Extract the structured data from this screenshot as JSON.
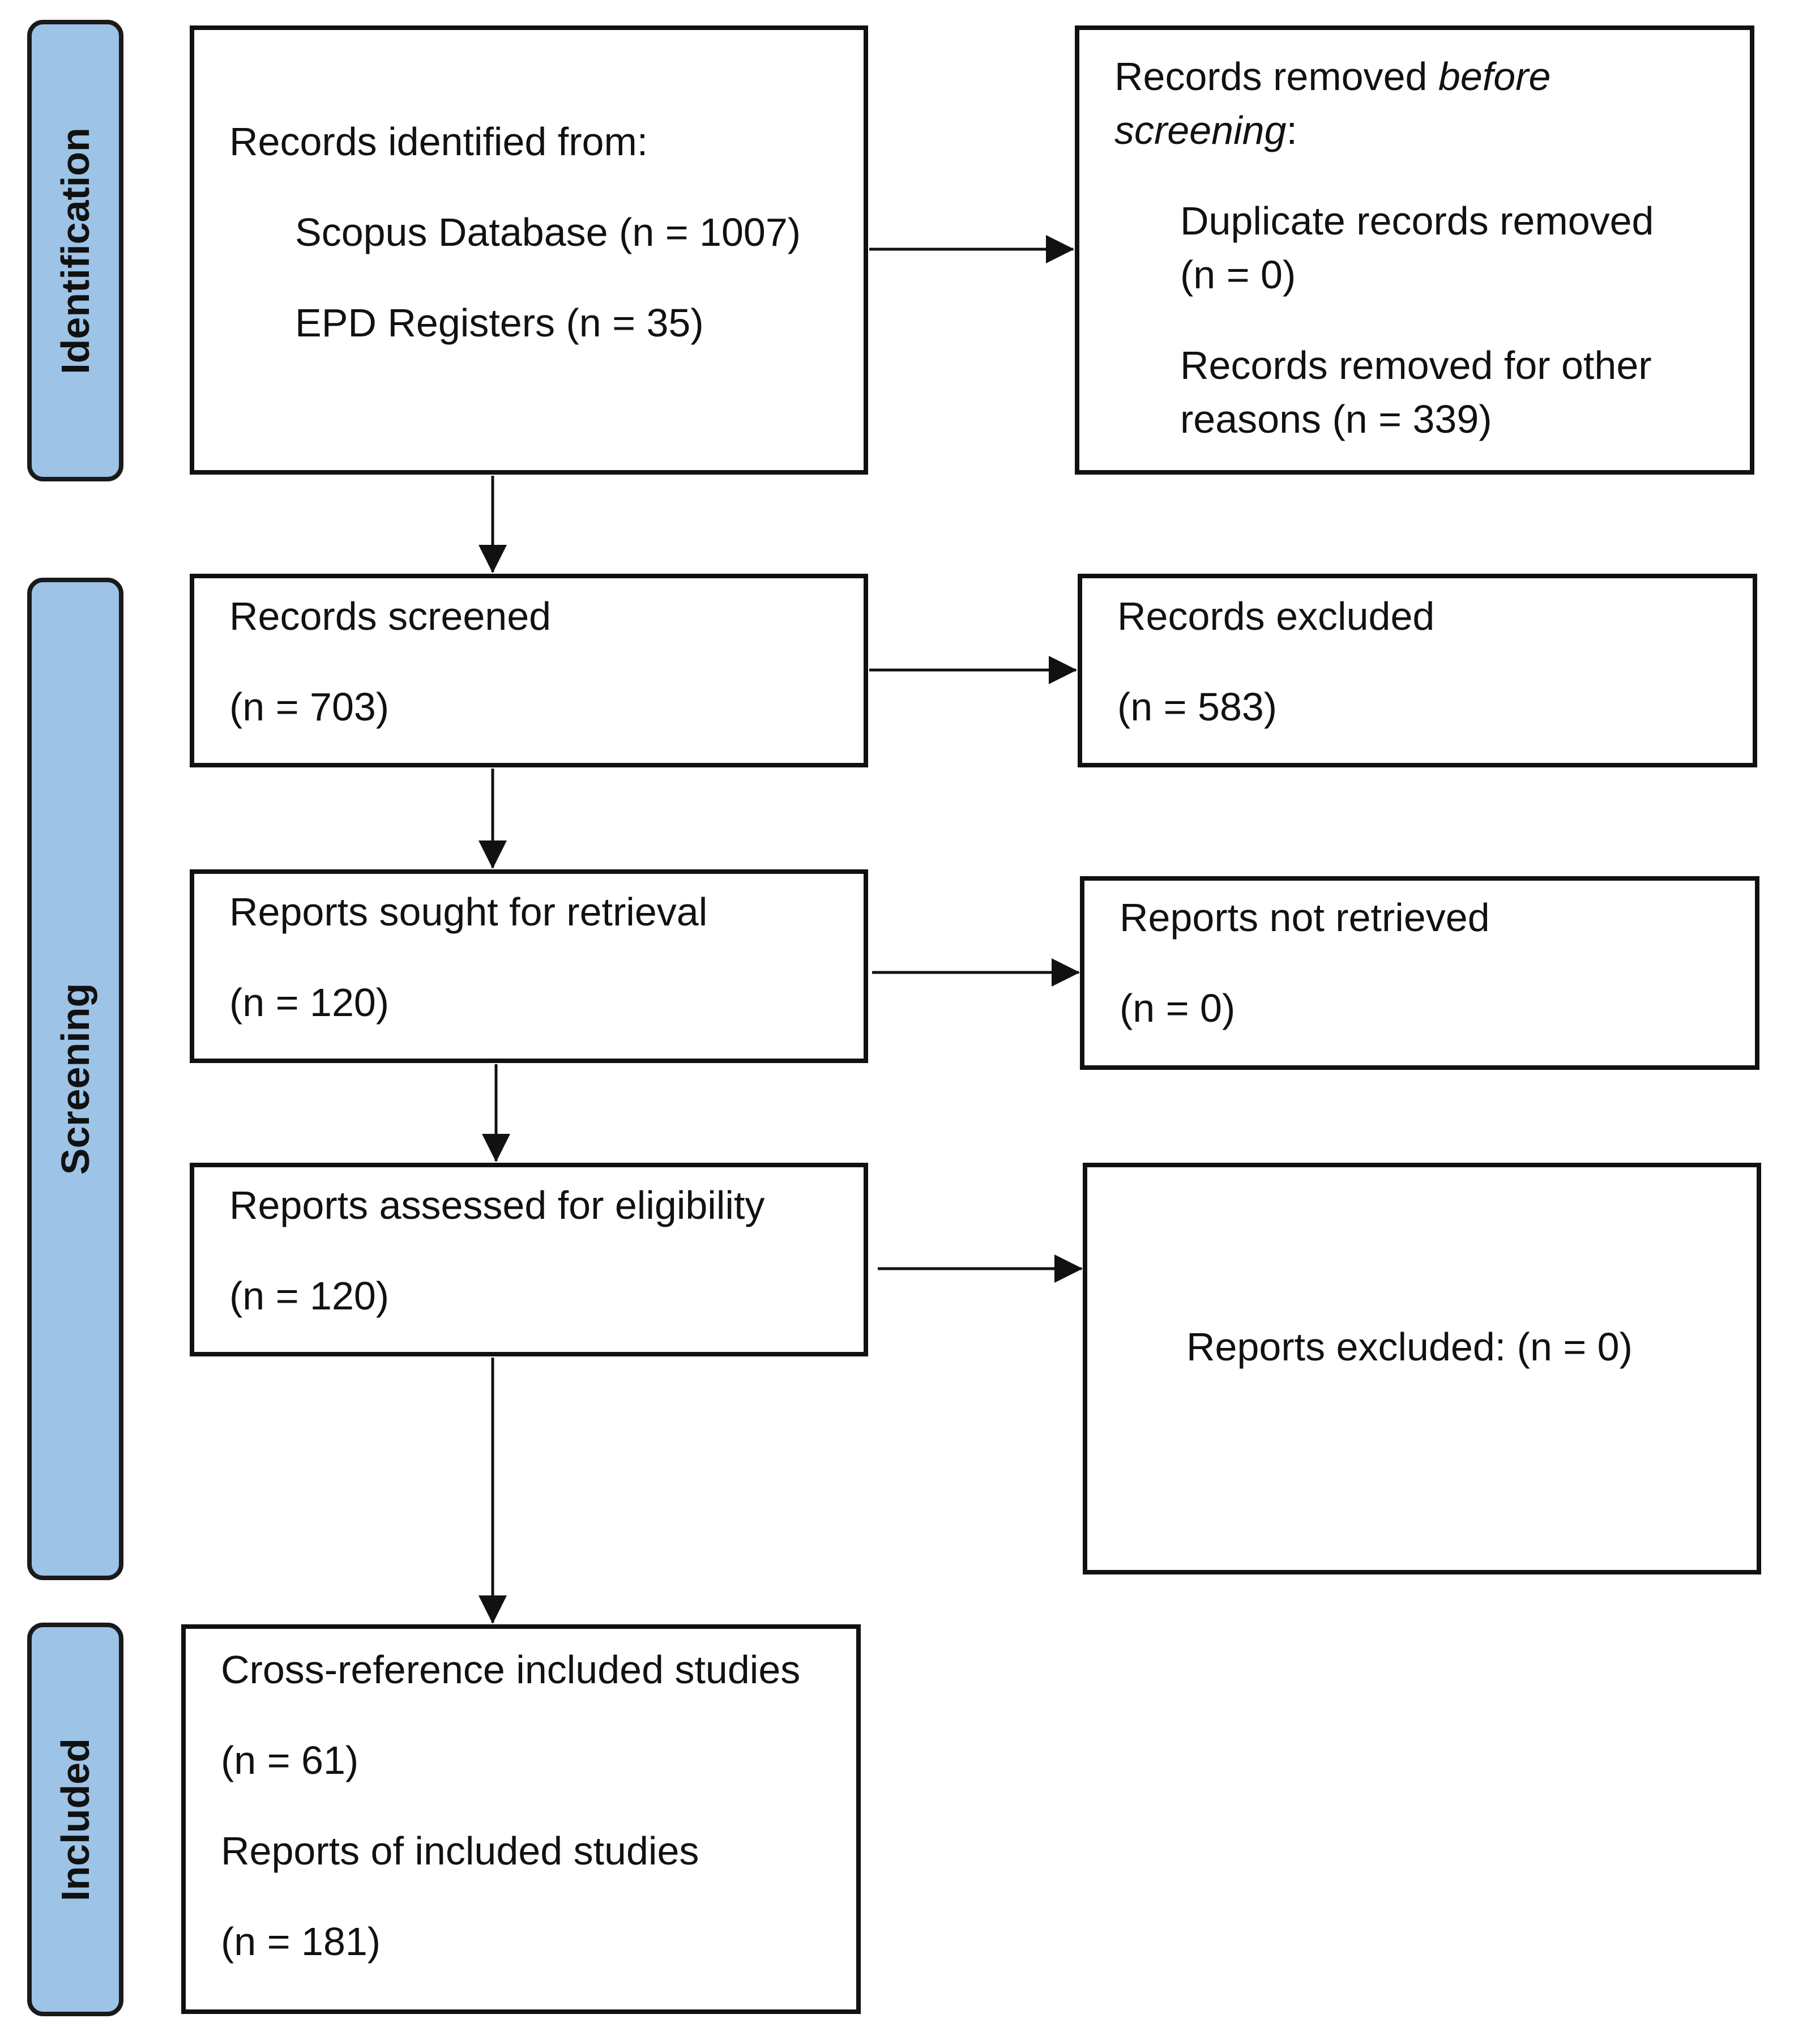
{
  "phases": {
    "identification": "Identification",
    "screening": "Screening",
    "included": "Included"
  },
  "identified": {
    "heading": "Records identified from:",
    "scopus": "Scopus Database (n = 1007)",
    "epd": "EPD Registers (n = 35)"
  },
  "removed": {
    "heading_pre": "Records removed ",
    "heading_em1": "before",
    "heading_em2": "screening",
    "heading_post": ":",
    "duplicates_l1": "Duplicate records removed",
    "duplicates_l2": "(n = 0)",
    "other_l1": "Records removed for other",
    "other_l2": "reasons (n = 339)"
  },
  "screened": {
    "label": "Records screened",
    "count": "(n = 703)"
  },
  "excluded": {
    "label": "Records excluded",
    "count": "(n = 583)"
  },
  "sought": {
    "label": "Reports sought for retrieval",
    "count": "(n = 120)"
  },
  "not_retrieved": {
    "label": "Reports not retrieved",
    "count": "(n = 0)"
  },
  "assessed": {
    "label": "Reports assessed for eligibility",
    "count": "(n = 120)"
  },
  "reports_excluded": {
    "label": "Reports excluded: (n = 0)"
  },
  "included": {
    "cross_ref_label": "Cross-reference included studies",
    "cross_ref_count": "(n = 61)",
    "reports_label": "Reports of included studies",
    "reports_count": "(n = 181)"
  }
}
